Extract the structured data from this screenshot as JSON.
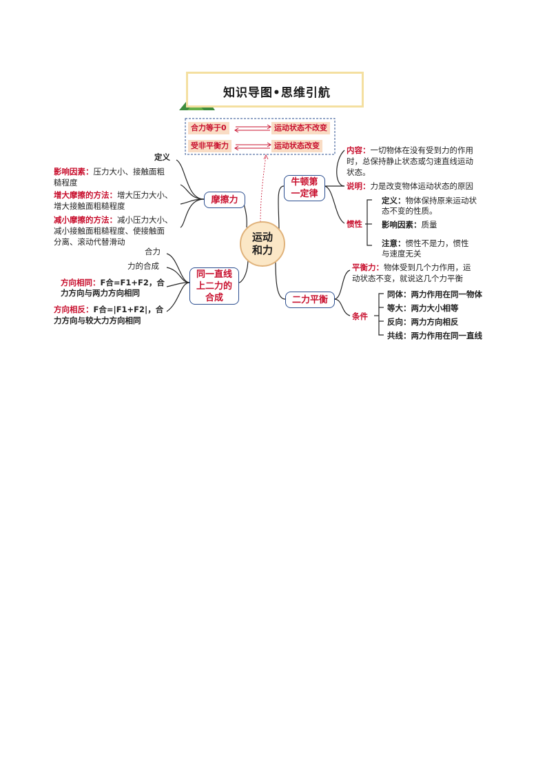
{
  "title": "知识导图•思维引航",
  "top_relations": [
    {
      "left": "合力等于0",
      "right": "运动状态不改变"
    },
    {
      "left": "受非平衡力",
      "right": "运动状态改变"
    }
  ],
  "center": [
    "运动",
    "和力"
  ],
  "friction": {
    "node": "摩擦力",
    "definition": "定义",
    "factors_label": "影响因素：",
    "factors_text_1": "压力大小、接触面粗",
    "factors_text_2": "糙程度",
    "increase_label": "增大摩擦的方法：",
    "increase_text_1": "增大压力大小、",
    "increase_text_2": "增大接触面粗糙程度",
    "decrease_label": "减小摩擦的方法：",
    "decrease_text_1": "减小压力大小、",
    "decrease_text_2": "减小接触面粗糙程度、使接触面",
    "decrease_text_3": "分离、滚动代替滑动"
  },
  "composition": {
    "node": [
      "同一直线",
      "上二力的",
      "合成"
    ],
    "resultant": "合力",
    "composition_of_forces": "力的合成",
    "same_label": "方向相同：",
    "same_formula": "F合=F1+F2，合",
    "same_text": "力方向与两力方向相同",
    "opposite_label": "方向相反：",
    "opposite_formula": "F合=|F1+F2|，合",
    "opposite_text": "力方向与较大力方向相同"
  },
  "newton": {
    "node": [
      "牛顿第",
      "一定律"
    ],
    "content_label": "内容：",
    "content_1": "一切物体在没有受到力的作用",
    "content_2": "时，总保持静止状态或匀速直线运动",
    "content_3": "状态。",
    "note_label": "说明：",
    "note_text": "力是改变物体运动状态的原因",
    "inertia": "惯性",
    "inertia_def_label": "定义：",
    "inertia_def_1": "物体保持原来运动状",
    "inertia_def_2": "态不变的性质。",
    "inertia_factor_label": "影响因素：",
    "inertia_factor_text": "质量",
    "inertia_note_label": "注意：",
    "inertia_note_1": "惯性不是力，惯性",
    "inertia_note_2": "与速度无关"
  },
  "balance": {
    "node": "二力平衡",
    "def_label": "平衡力：",
    "def_1": "物体受到几个力作用，运",
    "def_2": "动状态不变，就说这几个力平衡",
    "conditions": "条件",
    "items": [
      {
        "label": "同体：",
        "text": "两力作用在同一物体"
      },
      {
        "label": "等大：",
        "text": "两力大小相等"
      },
      {
        "label": "反向：",
        "text": "两力方向相反"
      },
      {
        "label": "共线：",
        "text": "两力作用在同一直线"
      }
    ]
  },
  "colors": {
    "accent_red": "#c8102e",
    "node_border": "#2a4d8f",
    "relation_bg": "#f9dcc4",
    "center_bg": "#fbe7c6"
  }
}
